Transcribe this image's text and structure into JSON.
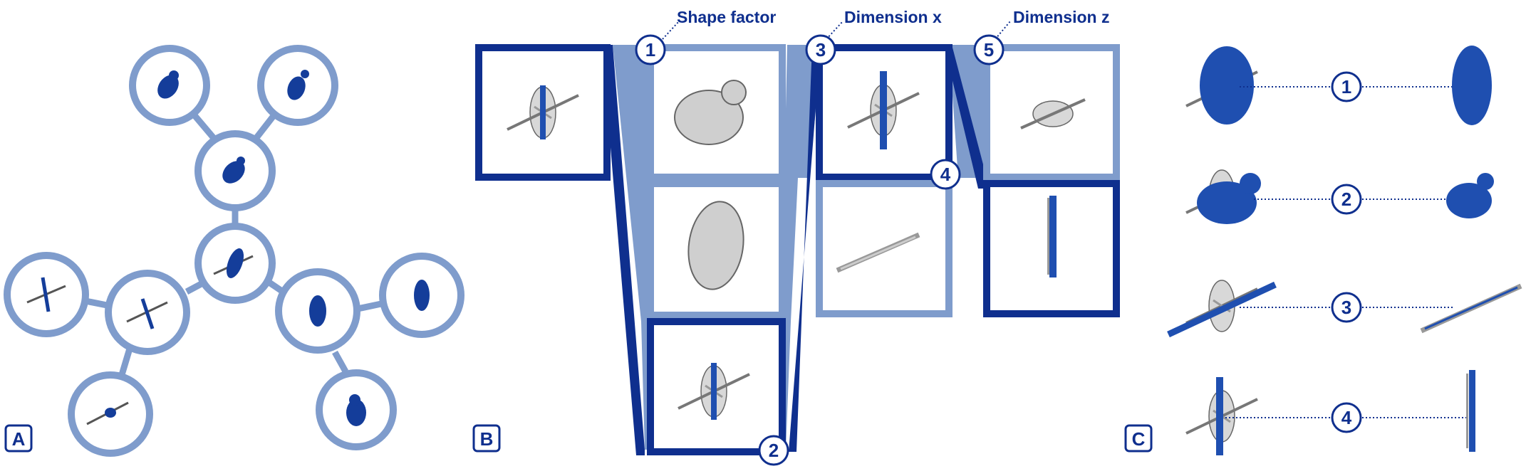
{
  "panels": {
    "a": {
      "letter": "A"
    },
    "b": {
      "letter": "B",
      "headers": [
        "Shape factor",
        "Dimension x",
        "Dimension z"
      ],
      "badges": [
        "1",
        "2",
        "3",
        "4",
        "5"
      ]
    },
    "c": {
      "letter": "C",
      "rows": [
        "1",
        "2",
        "3",
        "4"
      ]
    }
  },
  "colors": {
    "dark_blue": "#0f2f8e",
    "light_blue": "#7f9ccc",
    "blob_blue": "#143d9a",
    "shape_gray": "#c9c9c9"
  }
}
